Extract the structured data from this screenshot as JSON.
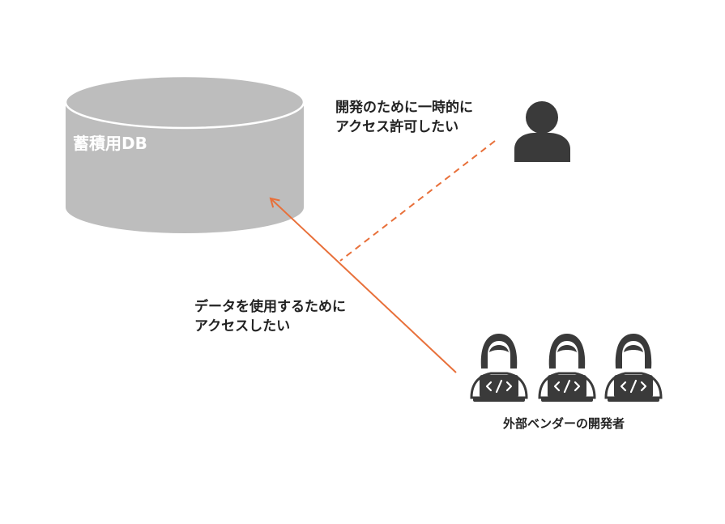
{
  "database": {
    "label": "蓄積用DB",
    "fill_color": "#bdbdbd"
  },
  "notes": {
    "permit_request": {
      "line1": "開発のために一時的に",
      "line2": "アクセス許可したい"
    },
    "access_request": {
      "line1": "データを使用するために",
      "line2": "アクセスしたい"
    }
  },
  "actors": {
    "requester": {
      "icon": "person-icon"
    },
    "vendor_developers": {
      "caption": "外部ベンダーの開発者",
      "icon": "developer-laptop-icon"
    }
  },
  "colors": {
    "arrow": "#e8703a",
    "icon": "#3a3a3a"
  }
}
